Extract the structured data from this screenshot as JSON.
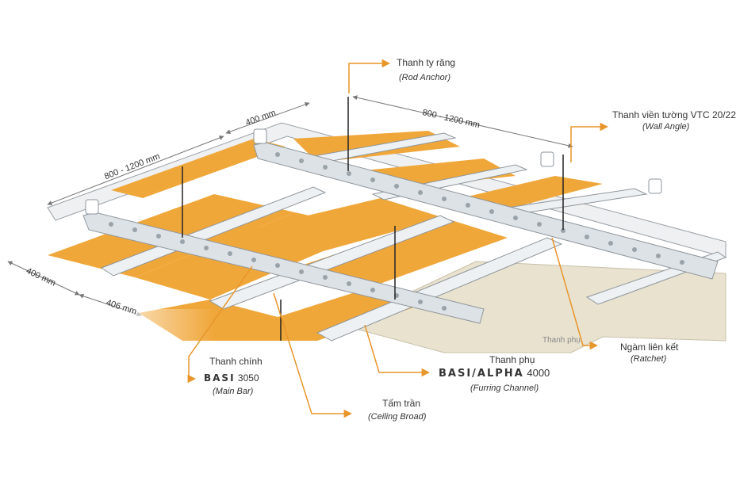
{
  "labels": {
    "rod_anchor": {
      "vi": "Thanh ty răng",
      "en": "(Rod Anchor)"
    },
    "wall_angle": {
      "vi": "Thanh viền tường VTC 20/22",
      "en": "(Wall Angle)"
    },
    "main_bar": {
      "vi": "Thanh chính",
      "brand": "BASI",
      "code": "3050",
      "en": "(Main Bar)"
    },
    "furring": {
      "vi": "Thanh phụ",
      "brand": "BASI/ALPHA",
      "code": "4000",
      "en": "(Furring Channel)"
    },
    "ceiling": {
      "vi": "Tấm trần",
      "en": "(Ceiling Broad)"
    },
    "ratchet": {
      "vi": "Ngàm liên kết",
      "en": "(Ratchet)"
    },
    "furring_faded": "Thanh phụ"
  },
  "dimensions": {
    "d1": "400 mm",
    "d2": "800 - 1200 mm",
    "d3": "800 - 1200 mm",
    "d4": "400 mm",
    "d5": "406 mm"
  },
  "colors": {
    "board": "#f0a73a",
    "board_unfinished": "#e8e2cf",
    "metal": "#dde2e6",
    "metal_edge": "#8e969c",
    "callout": "#e8952a",
    "rod": "#222222"
  }
}
